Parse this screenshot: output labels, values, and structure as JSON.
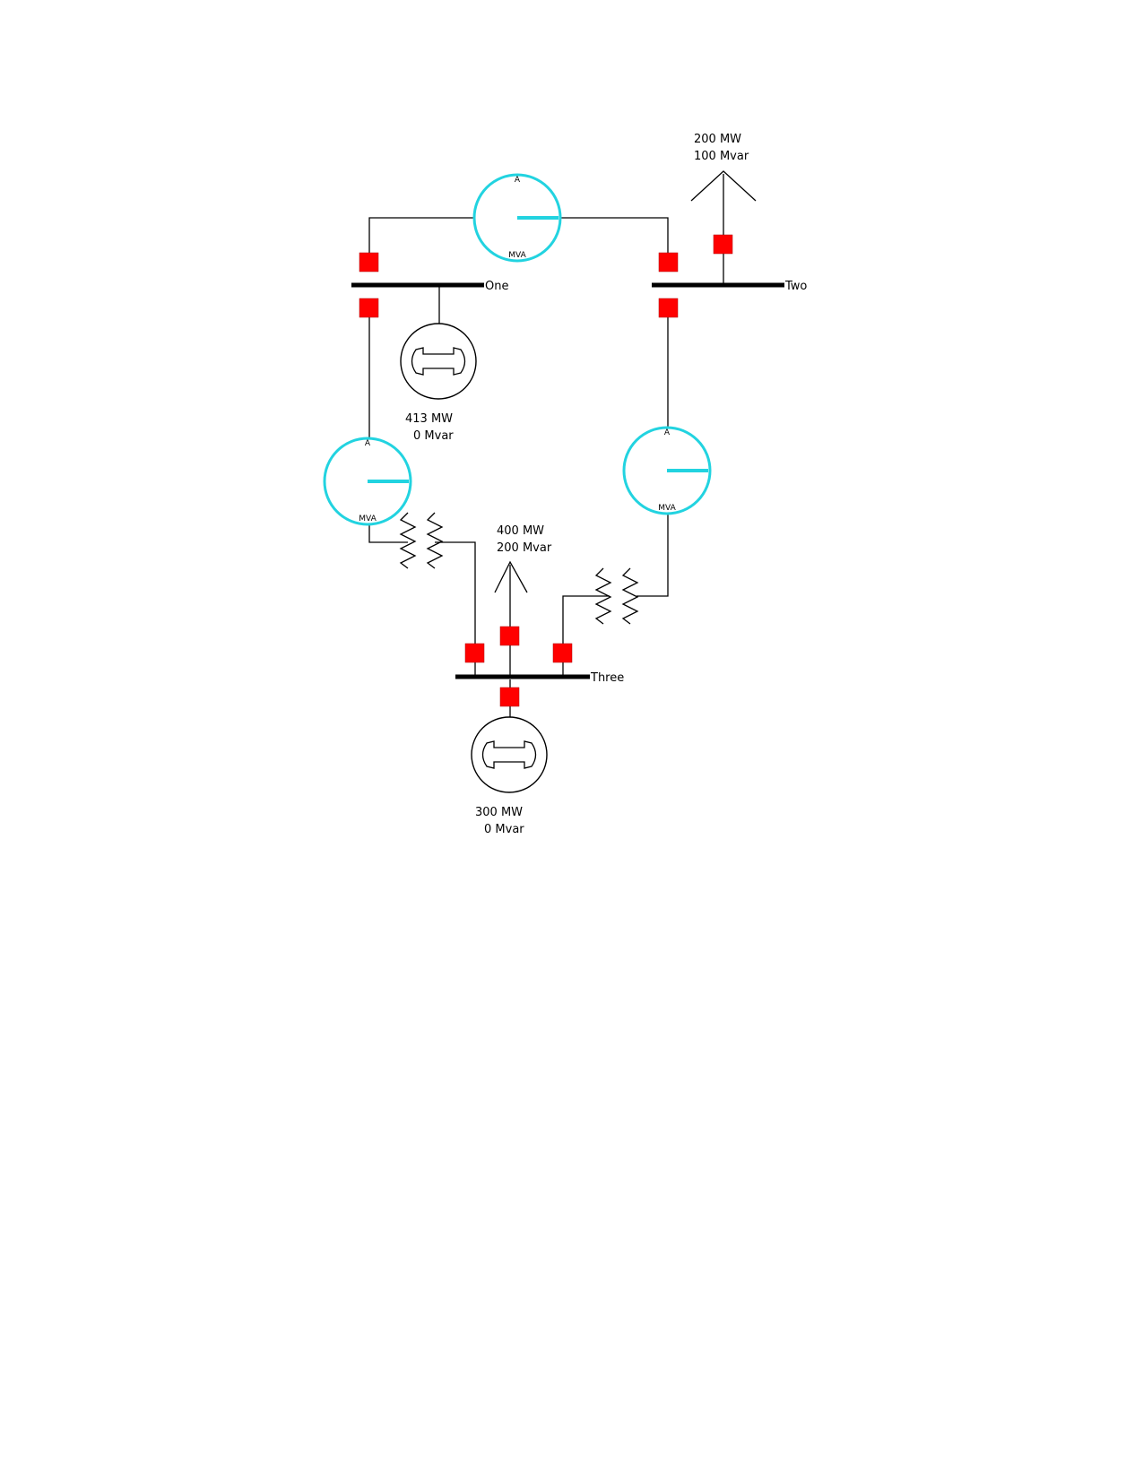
{
  "buses": {
    "one": {
      "label": "One"
    },
    "two": {
      "label": "Two"
    },
    "three": {
      "label": "Three"
    }
  },
  "generators": {
    "gen_one": {
      "mw": "413 MW",
      "mvar": "0 Mvar"
    },
    "gen_three": {
      "mw": "300 MW",
      "mvar": "0 Mvar"
    }
  },
  "loads": {
    "load_two": {
      "mw": "200 MW",
      "mvar": "100 Mvar"
    },
    "load_three": {
      "mw": "400 MW",
      "mvar": "200 Mvar"
    }
  },
  "meters": {
    "top_unit": "A",
    "bottom_unit": "MVA",
    "line_one_two": {
      "loading_percent": 100
    },
    "line_one_three": {
      "loading_percent": 100
    },
    "line_two_three": {
      "loading_percent": 100
    }
  },
  "colors": {
    "breaker": "#ff0000",
    "meter": "#22d3e0",
    "line": "#000000"
  }
}
